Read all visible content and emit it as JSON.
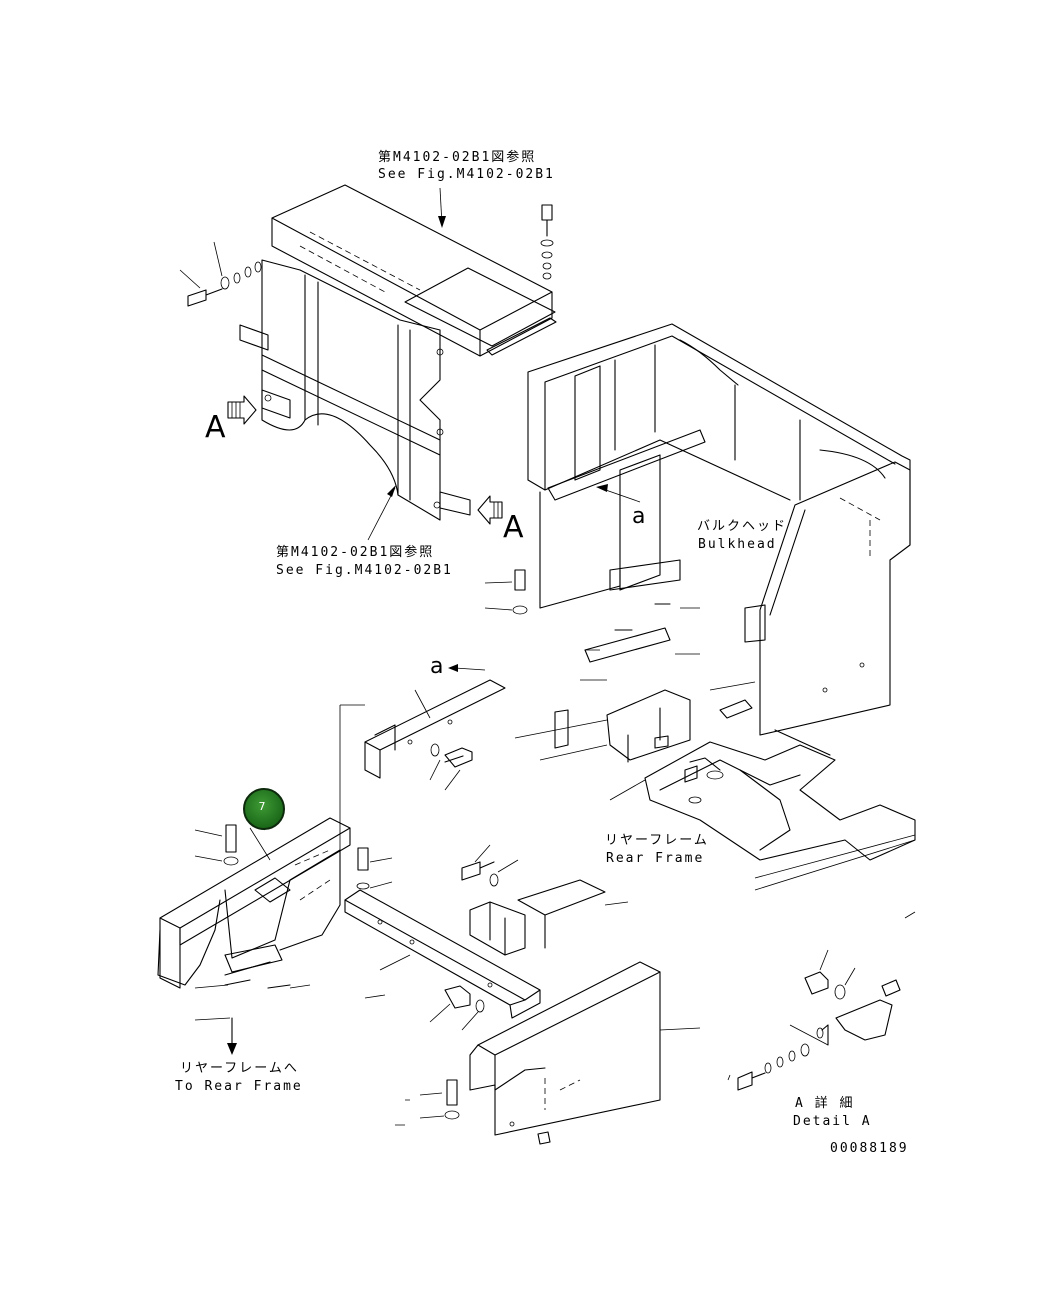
{
  "labels": {
    "ref_top_jp": "第M4102-02B1図参照",
    "ref_top_en": "See Fig.M4102-02B1",
    "ref_mid_jp": "第M4102-02B1図参照",
    "ref_mid_en": "See Fig.M4102-02B1",
    "arrow_a_left": "A",
    "arrow_a_right": "A",
    "small_a_top": "a",
    "small_a_mid": "a",
    "bulkhead_jp": "バルクヘッド",
    "bulkhead_en": "Bulkhead",
    "rear_frame_jp": "リヤーフレーム",
    "rear_frame_en": "Rear Frame",
    "to_rear_frame_jp": "リヤーフレームへ",
    "to_rear_frame_en": "To Rear Frame",
    "detail_a_jp": "A 詳 細",
    "detail_a_en": "Detail A",
    "drawing_number": "00088189"
  },
  "hotspots": [
    {
      "number": "7",
      "color": "#2e8b2a"
    }
  ]
}
